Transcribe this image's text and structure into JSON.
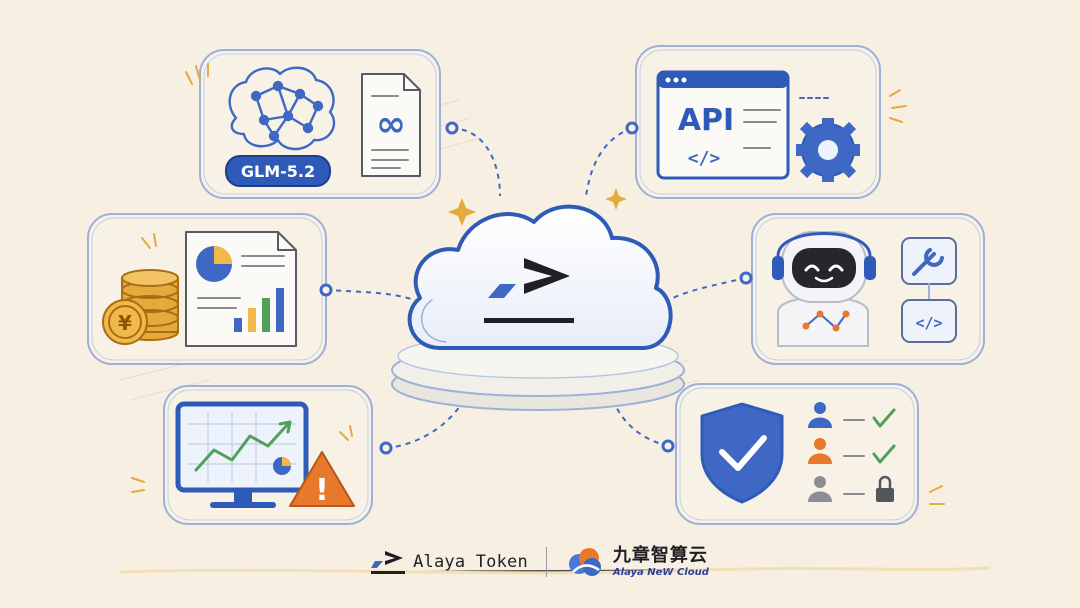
{
  "model_label": "GLM-5.2",
  "api_label": "API",
  "code_glyph": "</>",
  "infinity_glyph": "∞",
  "yen_glyph": "¥",
  "alert_glyph": "!",
  "colors": {
    "paper": "#f7efe2",
    "ink_blue": "#3f68c4",
    "dark": "#1f1f24",
    "gold": "#e0a63a",
    "orange": "#e8782b",
    "green": "#4fa15a"
  },
  "footer": {
    "brand_name": "Alaya Token",
    "partner_name_cn": "九章智算云",
    "partner_name_en": "Alaya NeW Cloud"
  }
}
